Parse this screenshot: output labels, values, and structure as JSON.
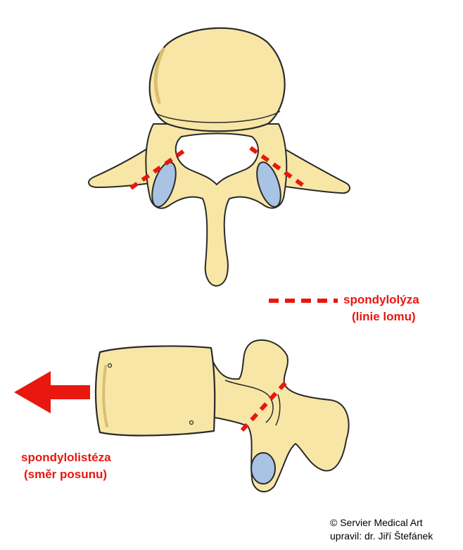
{
  "legend": {
    "spondylolysis_title": "spondylolýza",
    "spondylolysis_subtitle": "(linie lomu)"
  },
  "arrow_label": {
    "title": "spondylolistéza",
    "subtitle": "(směr posunu)"
  },
  "credits": {
    "line1": "© Servier Medical Art",
    "line2": "upravil: dr. Jiří Štefánek"
  },
  "colors": {
    "bone_fill": "#f8e6a6",
    "bone_shadow": "#ecd28a",
    "outline": "#2a2a2a",
    "facet_fill": "#a8c3e4",
    "fracture_line": "#e8170f",
    "arrow": "#e8170f"
  }
}
